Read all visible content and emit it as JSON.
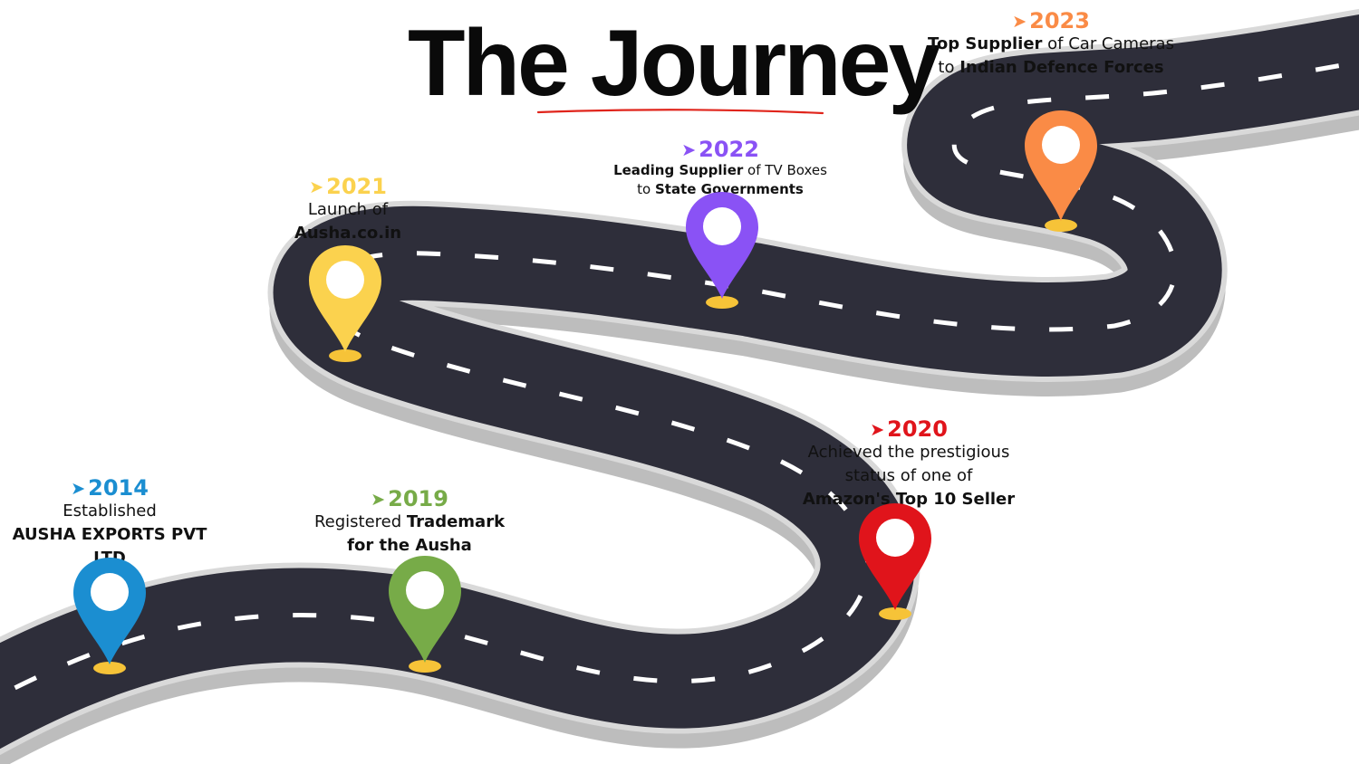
{
  "title": "The Journey",
  "colors": {
    "road": "#2e2e3a",
    "road_edge": "#bdbdbd",
    "dash": "#ffffff",
    "underline": "#e0241b",
    "pin_base": "#f6c338"
  },
  "milestones": [
    {
      "id": "2014",
      "year": "2014",
      "color": "#1b8ed1",
      "lines": [
        [
          {
            "t": "Established",
            "b": false
          }
        ],
        [
          {
            "t": "AUSHA EXPORTS PVT LTD",
            "b": true
          }
        ]
      ]
    },
    {
      "id": "2019",
      "year": "2019",
      "color": "#77ab48",
      "lines": [
        [
          {
            "t": "Registered ",
            "b": false
          },
          {
            "t": "Trademark",
            "b": true
          }
        ],
        [
          {
            "t": "for the Ausha",
            "b": true
          }
        ]
      ]
    },
    {
      "id": "2020",
      "year": "2020",
      "color": "#e0141b",
      "lines": [
        [
          {
            "t": "Achieved the prestigious",
            "b": false
          }
        ],
        [
          {
            "t": "status of one of",
            "b": false
          }
        ],
        [
          {
            "t": "Amazon's Top 10 Seller",
            "b": true
          }
        ]
      ]
    },
    {
      "id": "2021",
      "year": "2021",
      "color": "#fbd24e",
      "lines": [
        [
          {
            "t": "Launch of",
            "b": false
          }
        ],
        [
          {
            "t": "Ausha.co.in",
            "b": true
          }
        ]
      ]
    },
    {
      "id": "2022",
      "year": "2022",
      "color": "#8a52f5",
      "lines": [
        [
          {
            "t": "Leading Supplier",
            "b": true
          },
          {
            "t": " of TV Boxes",
            "b": false
          }
        ],
        [
          {
            "t": "to ",
            "b": false
          },
          {
            "t": "State Governments",
            "b": true
          }
        ]
      ]
    },
    {
      "id": "2023",
      "year": "2023",
      "color": "#fa8b46",
      "lines": [
        [
          {
            "t": "Top Supplier",
            "b": true
          },
          {
            "t": " of Car Cameras",
            "b": false
          }
        ],
        [
          {
            "t": "to ",
            "b": false
          },
          {
            "t": "Indian Defence Forces",
            "b": true
          }
        ]
      ]
    }
  ]
}
